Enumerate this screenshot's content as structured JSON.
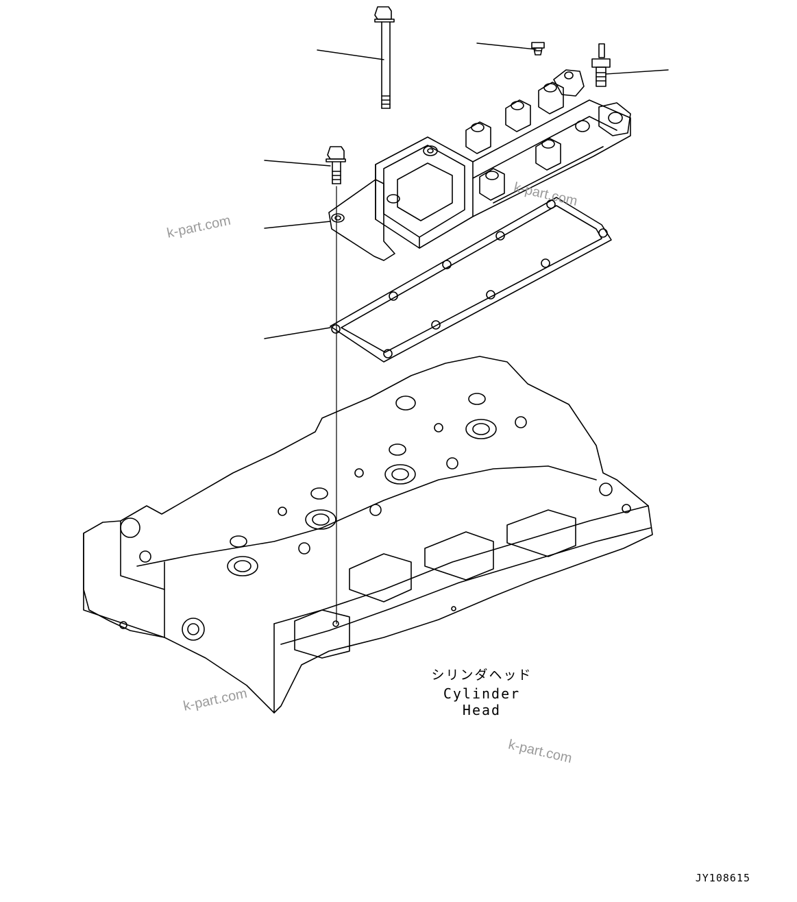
{
  "drawing": {
    "part_label_jp": "シリンダヘッド",
    "part_label_en": "Cylinder Head",
    "document_id": "JY108615",
    "watermarks": [
      "k-part.com",
      "k-part.com",
      "k-part.com",
      "k-part.com"
    ]
  },
  "colors": {
    "line": "#000000",
    "watermark": "#9a9a9a",
    "background": "#ffffff"
  }
}
